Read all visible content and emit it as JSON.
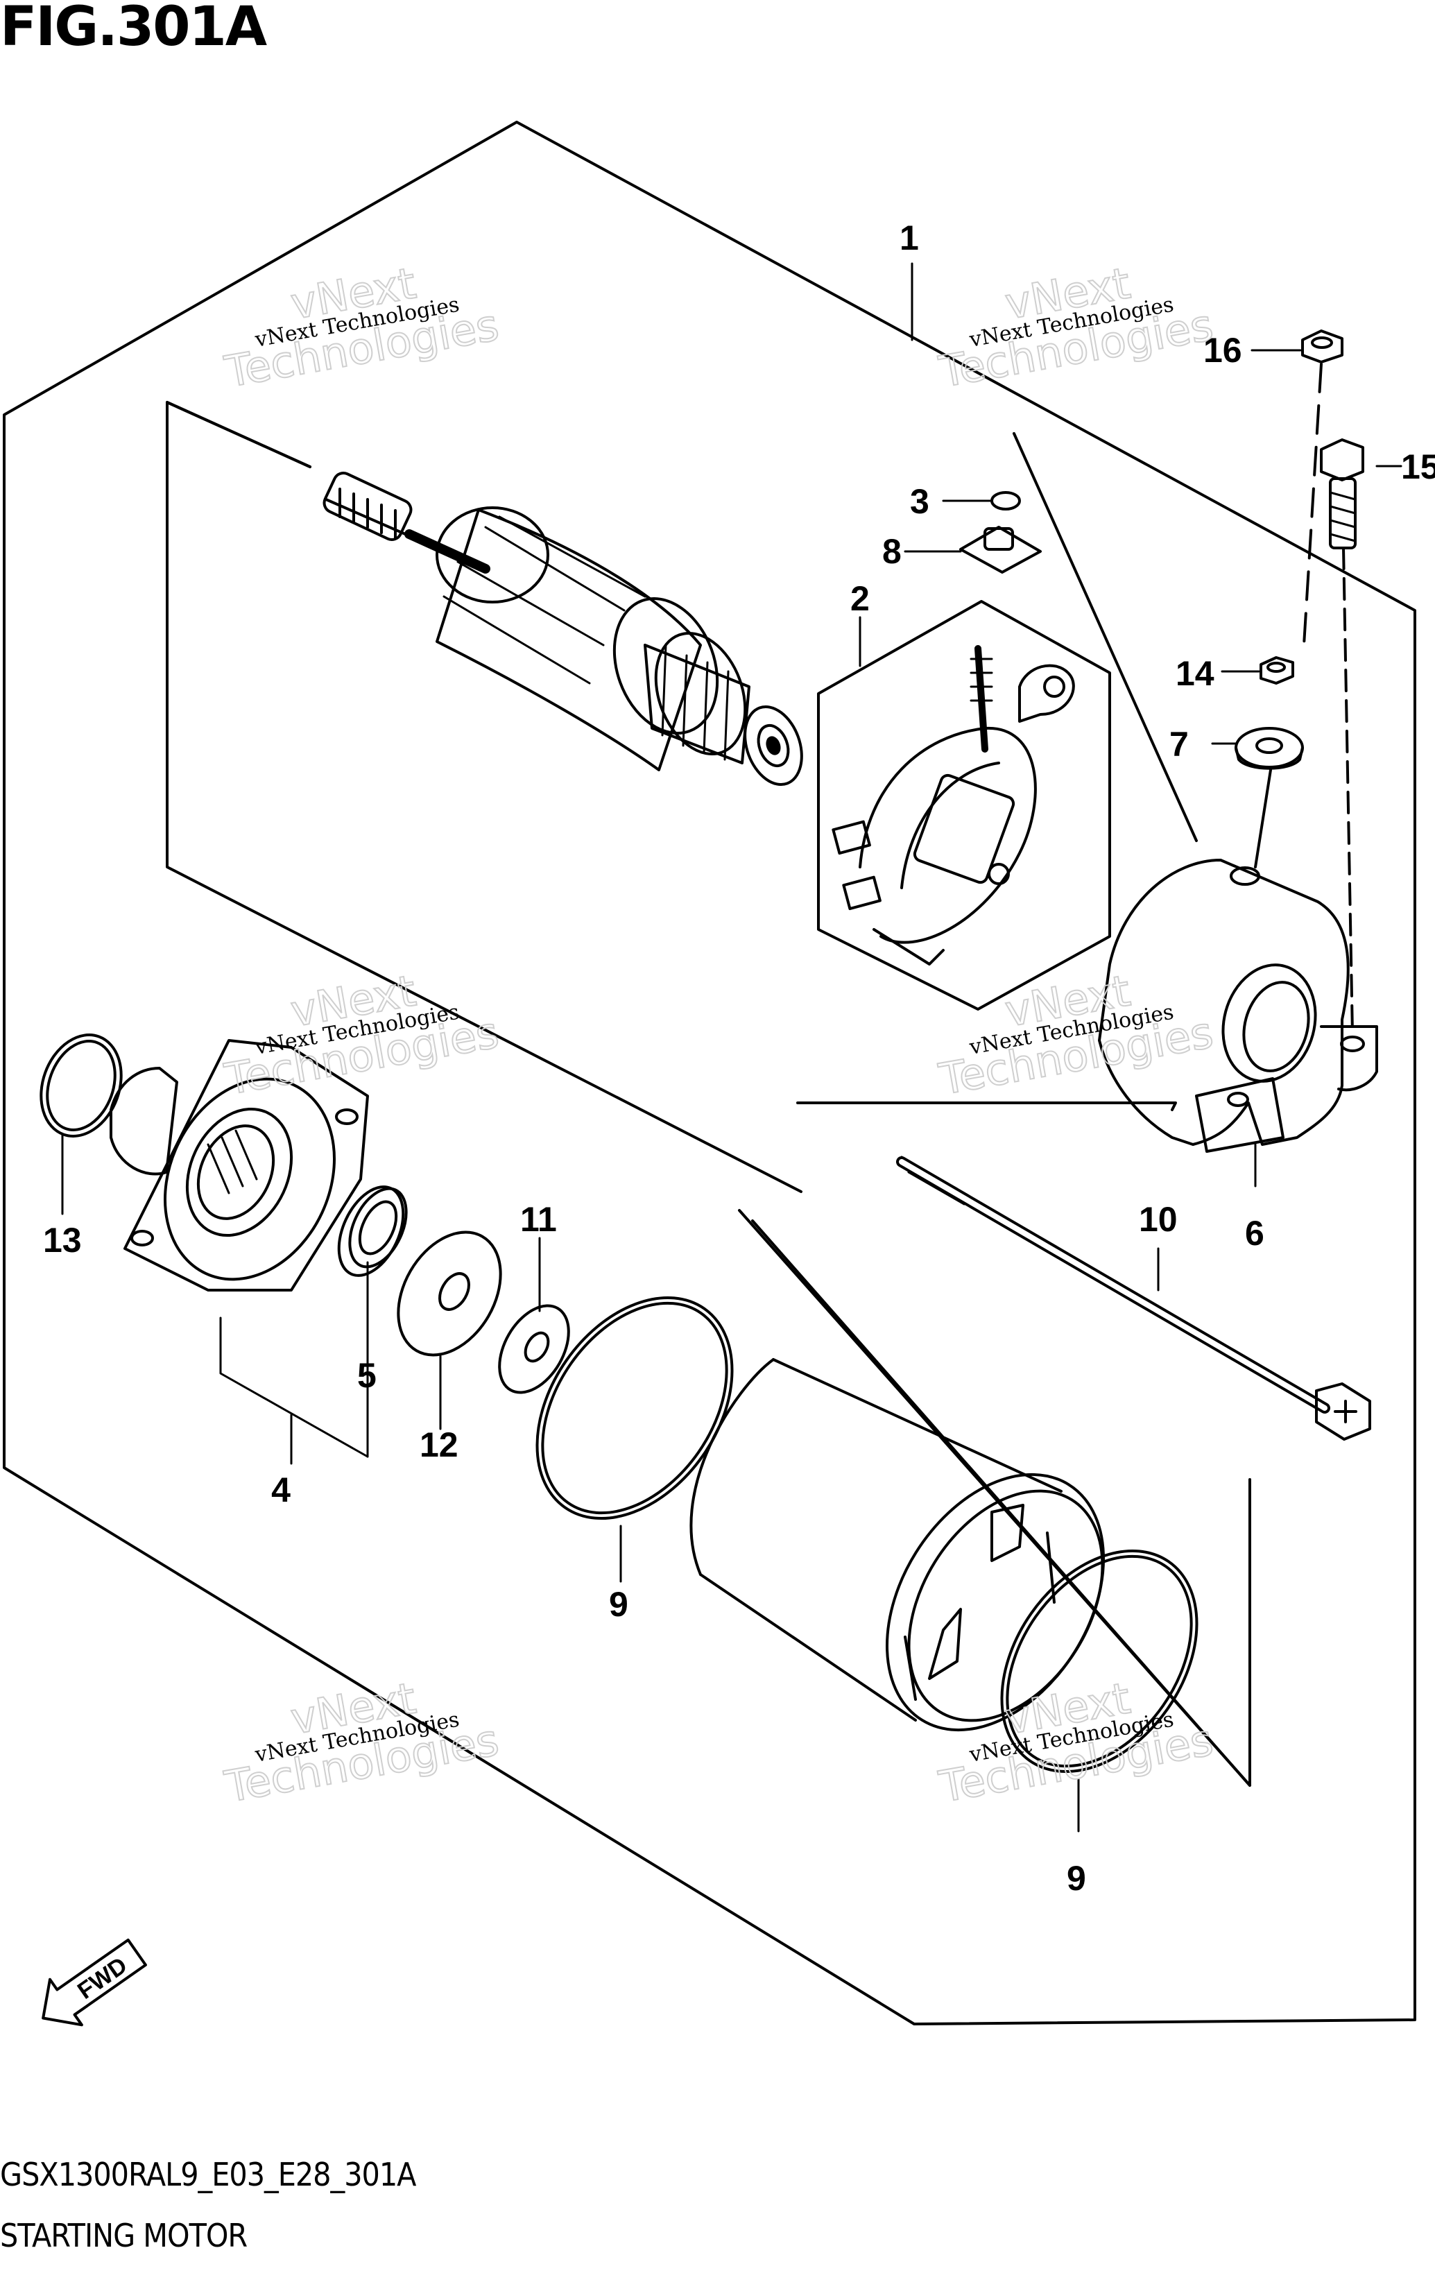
{
  "figure": {
    "title": "FIG.301A",
    "code": "GSX1300RAL9_E03_E28_301A",
    "name": "STARTING MOTOR"
  },
  "watermark": {
    "line1": "vNext Technologies",
    "line2_a": "vNext",
    "line2_b": "Technologies"
  },
  "fwd_label": "FWD",
  "callouts": [
    {
      "id": "c1",
      "label": "1"
    },
    {
      "id": "c2",
      "label": "2"
    },
    {
      "id": "c3",
      "label": "3"
    },
    {
      "id": "c4",
      "label": "4"
    },
    {
      "id": "c5",
      "label": "5"
    },
    {
      "id": "c6",
      "label": "6"
    },
    {
      "id": "c7",
      "label": "7"
    },
    {
      "id": "c8",
      "label": "8"
    },
    {
      "id": "c9a",
      "label": "9"
    },
    {
      "id": "c9b",
      "label": "9"
    },
    {
      "id": "c10",
      "label": "10"
    },
    {
      "id": "c11",
      "label": "11"
    },
    {
      "id": "c12",
      "label": "12"
    },
    {
      "id": "c13",
      "label": "13"
    },
    {
      "id": "c14",
      "label": "14"
    },
    {
      "id": "c15",
      "label": "15"
    },
    {
      "id": "c16",
      "label": "16"
    }
  ],
  "colors": {
    "ink": "#000000",
    "watermark": "#cfcfcf",
    "paper": "#ffffff"
  }
}
